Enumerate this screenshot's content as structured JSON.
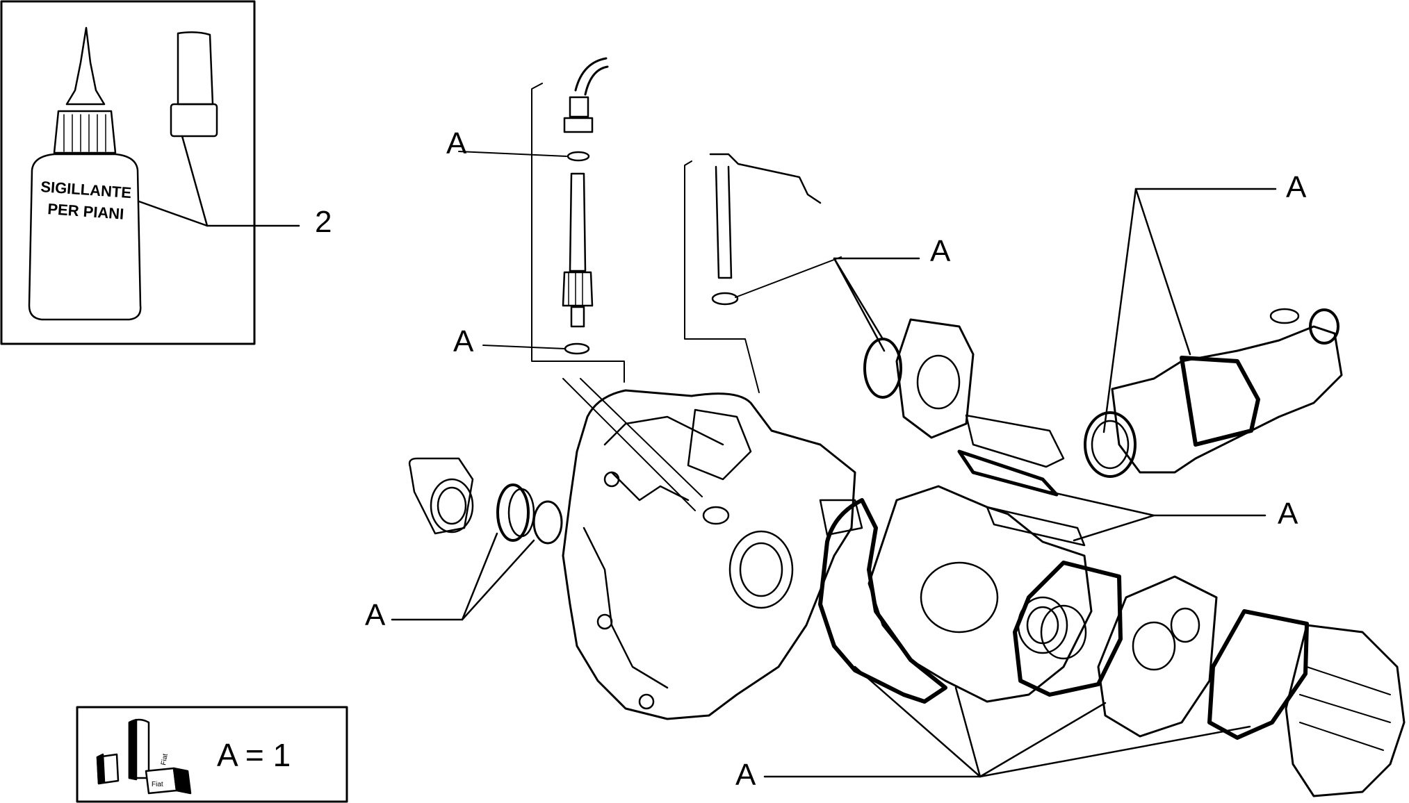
{
  "inset": {
    "bottle_label_line1": "SIGILLANTE",
    "bottle_label_line2": "PER PIANI",
    "part_number": "2"
  },
  "callouts": {
    "a_speedo_top": "A",
    "a_speedo_bottom": "A",
    "a_shift_rod": "A",
    "a_top_right": "A",
    "a_left_seal": "A",
    "a_mid_right": "A",
    "a_bottom_gaskets": "A"
  },
  "legend": {
    "text": "A = 1",
    "box_label_1": "Fiat",
    "box_label_2": "Fiat"
  },
  "colors": {
    "ink": "#000000",
    "paper": "#ffffff"
  }
}
